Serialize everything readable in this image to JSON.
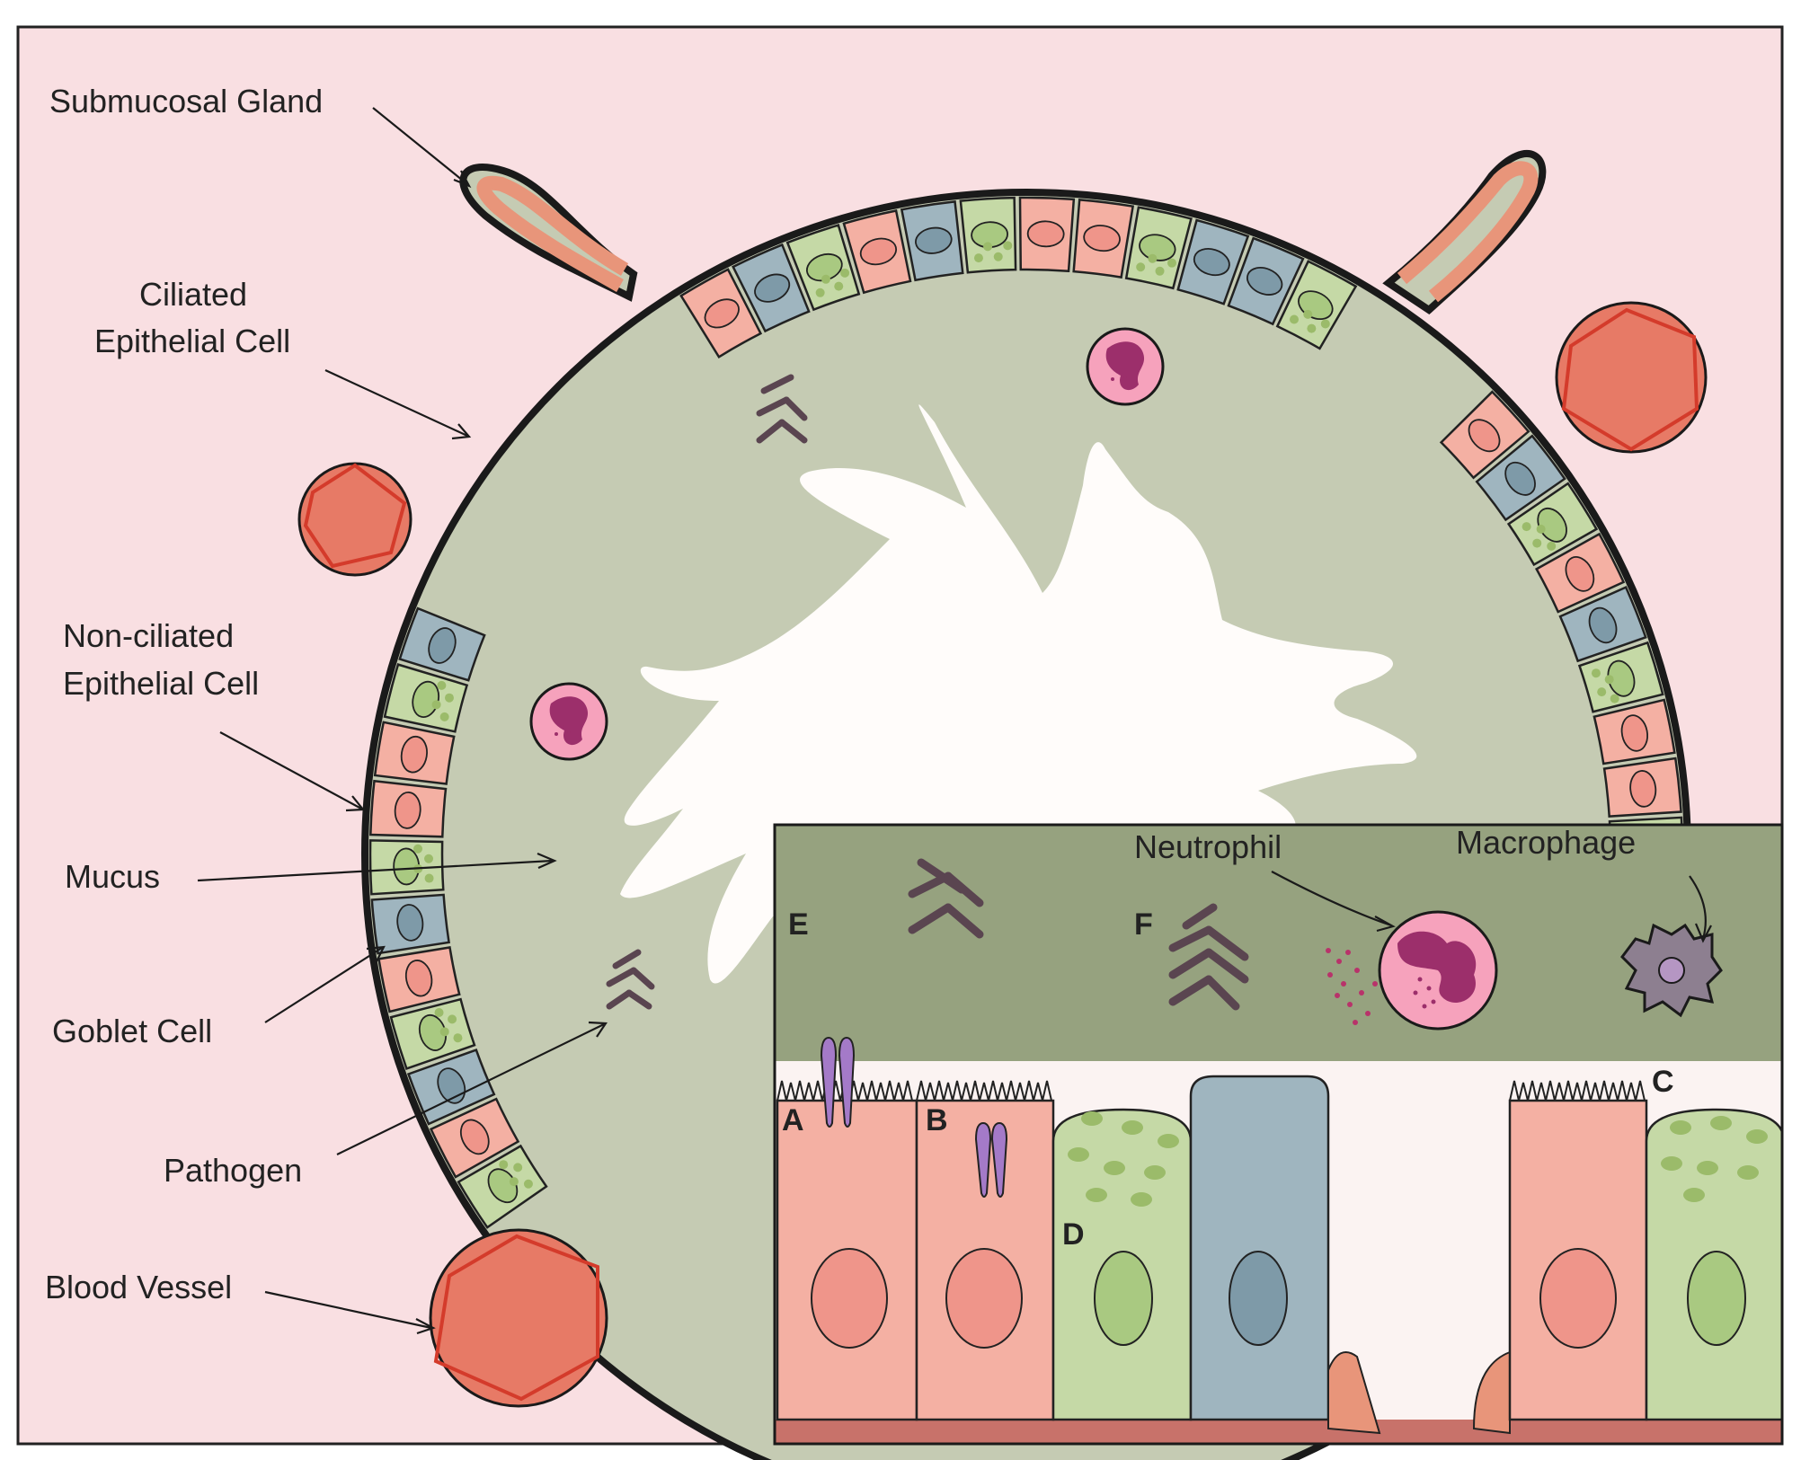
{
  "labels": {
    "submucosal_gland": "Submucosal Gland",
    "ciliated_line1": "Ciliated",
    "ciliated_line2": "Epithelial Cell",
    "nonciliated_line1": "Non-ciliated",
    "nonciliated_line2": "Epithelial Cell",
    "mucus": "Mucus",
    "goblet_cell": "Goblet Cell",
    "pathogen": "Pathogen",
    "blood_vessel": "Blood Vessel",
    "neutrophil": "Neutrophil",
    "macrophage": "Macrophage"
  },
  "inset_letters": {
    "a": "A",
    "b": "B",
    "c": "C",
    "d": "D",
    "e": "E",
    "f": "F"
  },
  "colors": {
    "background": "#f9dfe2",
    "mucus": "#c5cbb3",
    "inset_mucus": "#96a27f",
    "ciliated_cell": "#f4b0a3",
    "nonciliated_cell": "#9fb5bf",
    "goblet_cell": "#c5d9a6",
    "blood_vessel": "#e77a66",
    "neutrophil": "#f6a2bc",
    "neutrophil_nucleus": "#9c2f6b",
    "macrophage": "#8d7f90",
    "receptor": "#a47ac8",
    "pathogen": "#5a4550"
  }
}
